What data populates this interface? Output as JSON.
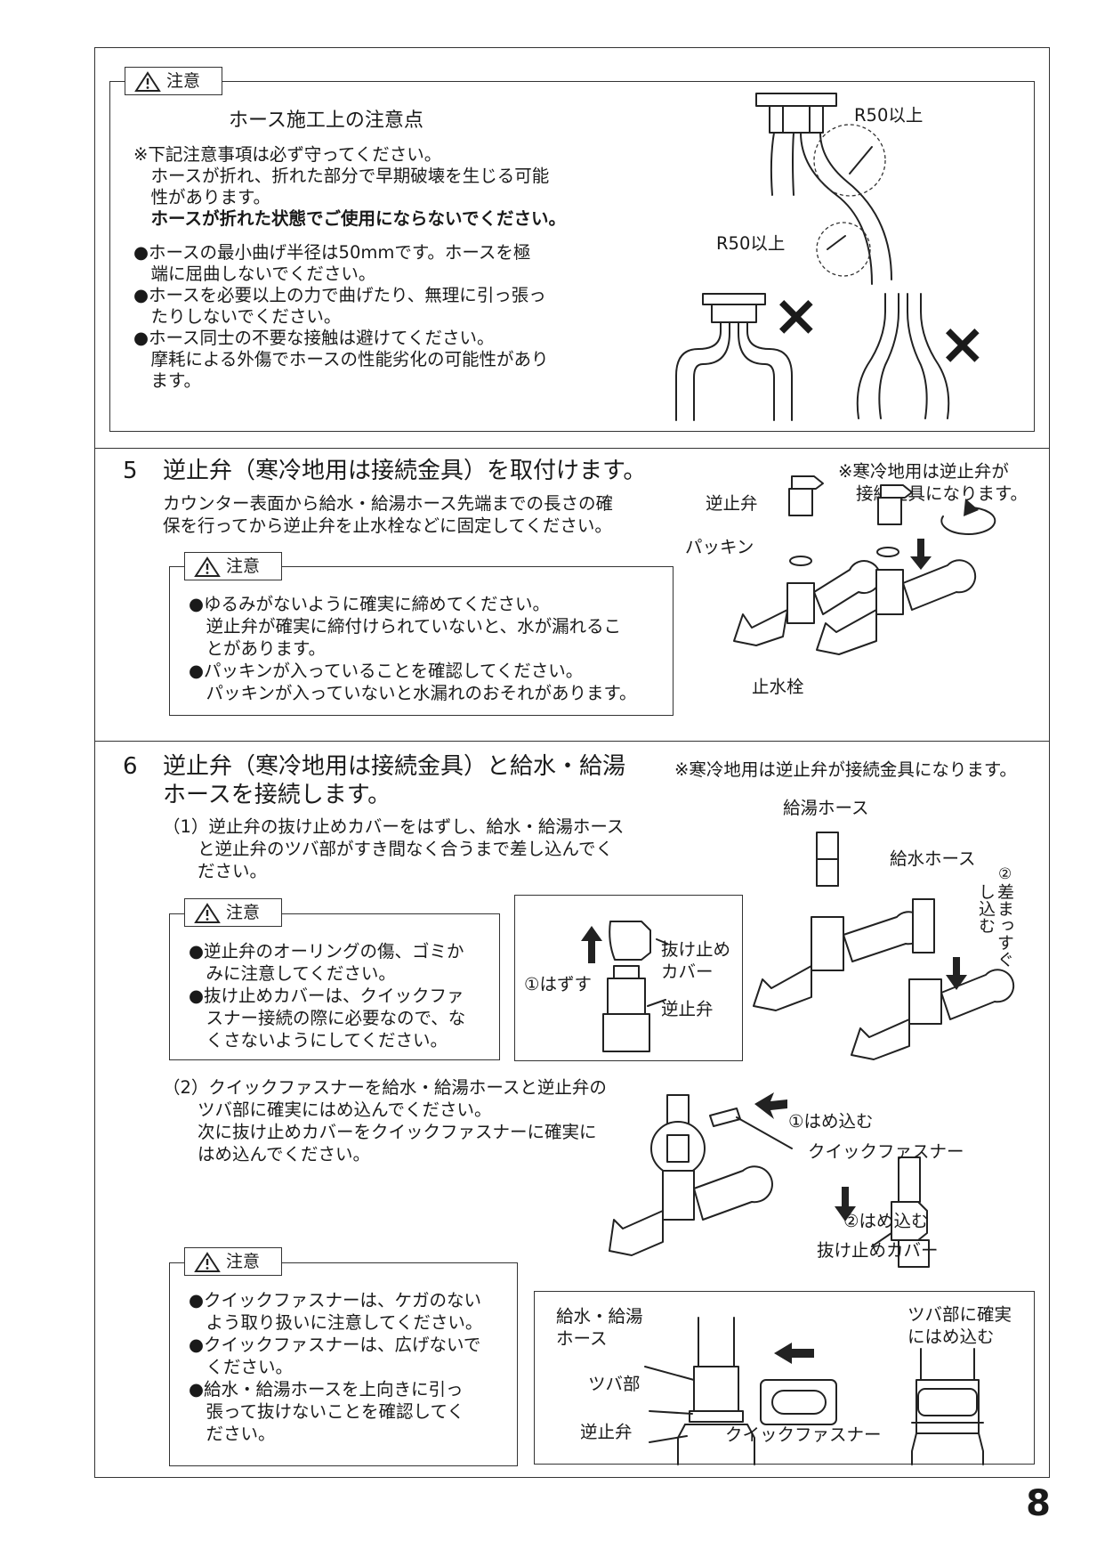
{
  "caution_label": "注意",
  "hose": {
    "title": "ホース施工上の注意点",
    "lines": [
      "※下記注意事項は必ず守ってください。",
      "　ホースが折れ、折れた部分で早期破壊を生じる可能",
      "　性があります。",
      "　ホースが折れた状態でご使用にならないでください。",
      "●ホースの最小曲げ半径は50mmです。ホースを極",
      "　端に屈曲しないでください。",
      "●ホースを必要以上の力で曲げたり、無理に引っ張っ",
      "　たりしないでください。",
      "●ホース同士の不要な接触は避けてください。",
      "　摩耗による外傷でホースの性能劣化の可能性があり",
      "　ます。"
    ],
    "radius_label_1": "R50以上",
    "radius_label_2": "R50以上",
    "ng_mark_1": "×",
    "ng_mark_2": "×"
  },
  "step5": {
    "number": "5",
    "title": "逆止弁（寒冷地用は接続金具）を取付けます。",
    "desc_1": "カウンター表面から給水・給湯ホース先端までの長さの確",
    "desc_2": "保を行ってから逆止弁を止水栓などに固定してください。",
    "note_1": "※寒冷地用は逆止弁が",
    "note_2": "接続金具になります。",
    "caution_lines": [
      "●ゆるみがないように確実に締めてください。",
      "　逆止弁が確実に締付けられていないと、水が漏れるこ",
      "　とがあります。",
      "●パッキンが入っていることを確認してください。",
      "　パッキンが入っていないと水漏れのおそれがあります。"
    ],
    "label_valve": "逆止弁",
    "label_packing": "パッキン",
    "label_stopcock": "止水栓"
  },
  "step6": {
    "number": "6",
    "title_1": "逆止弁（寒冷地用は接続金具）と給水・給湯",
    "title_2": "ホースを接続します。",
    "note": "※寒冷地用は逆止弁が接続金具になります。",
    "sub1_lines": [
      "（1）逆止弁の抜け止めカバーをはずし、給水・給湯ホース",
      "　　と逆止弁のツバ部がすき間なく合うまで差し込んでく",
      "　　ださい。"
    ],
    "caution1_lines": [
      "●逆止弁のオーリングの傷、ゴミか",
      "　みに注意してください。",
      "●抜け止めカバーは、クイックファ",
      "　スナー接続の際に必要なので、な",
      "　くさないようにしてください。"
    ],
    "inset1": {
      "remove": "①はずす",
      "cover_1": "抜け止め",
      "cover_2": "カバー",
      "valve": "逆止弁"
    },
    "label_hot_hose": "給湯ホース",
    "label_cold_hose": "給水ホース",
    "label_insert_num": "②",
    "label_insert_1": "差まっすぐ",
    "label_insert_2": "し込む",
    "sub2_lines": [
      "（2）クイックファスナーを給水・給湯ホースと逆止弁の",
      "　　ツバ部に確実にはめ込んでください。",
      "　　次に抜け止めカバーをクイックファスナーに確実に",
      "　　はめ込んでください。"
    ],
    "label_fit1": "①はめ込む",
    "label_fastener": "クイックファスナー",
    "label_fit2": "②はめ込む",
    "label_cover": "抜け止めカバー",
    "caution2_lines": [
      "●クイックファスナーは、ケガのない",
      "　よう取り扱いに注意してください。",
      "●クイックファスナーは、広げないで",
      "　ください。",
      "●給水・給湯ホースを上向きに引っ",
      "　張って抜けないことを確認してく",
      "　ださい。"
    ],
    "inset2": {
      "hose_1": "給水・給湯",
      "hose_2": "ホース",
      "flange": "ツバ部",
      "valve": "逆止弁",
      "fastener": "クイックファスナー",
      "fit_1": "ツバ部に確実",
      "fit_2": "にはめ込む"
    }
  },
  "page_number": "8"
}
